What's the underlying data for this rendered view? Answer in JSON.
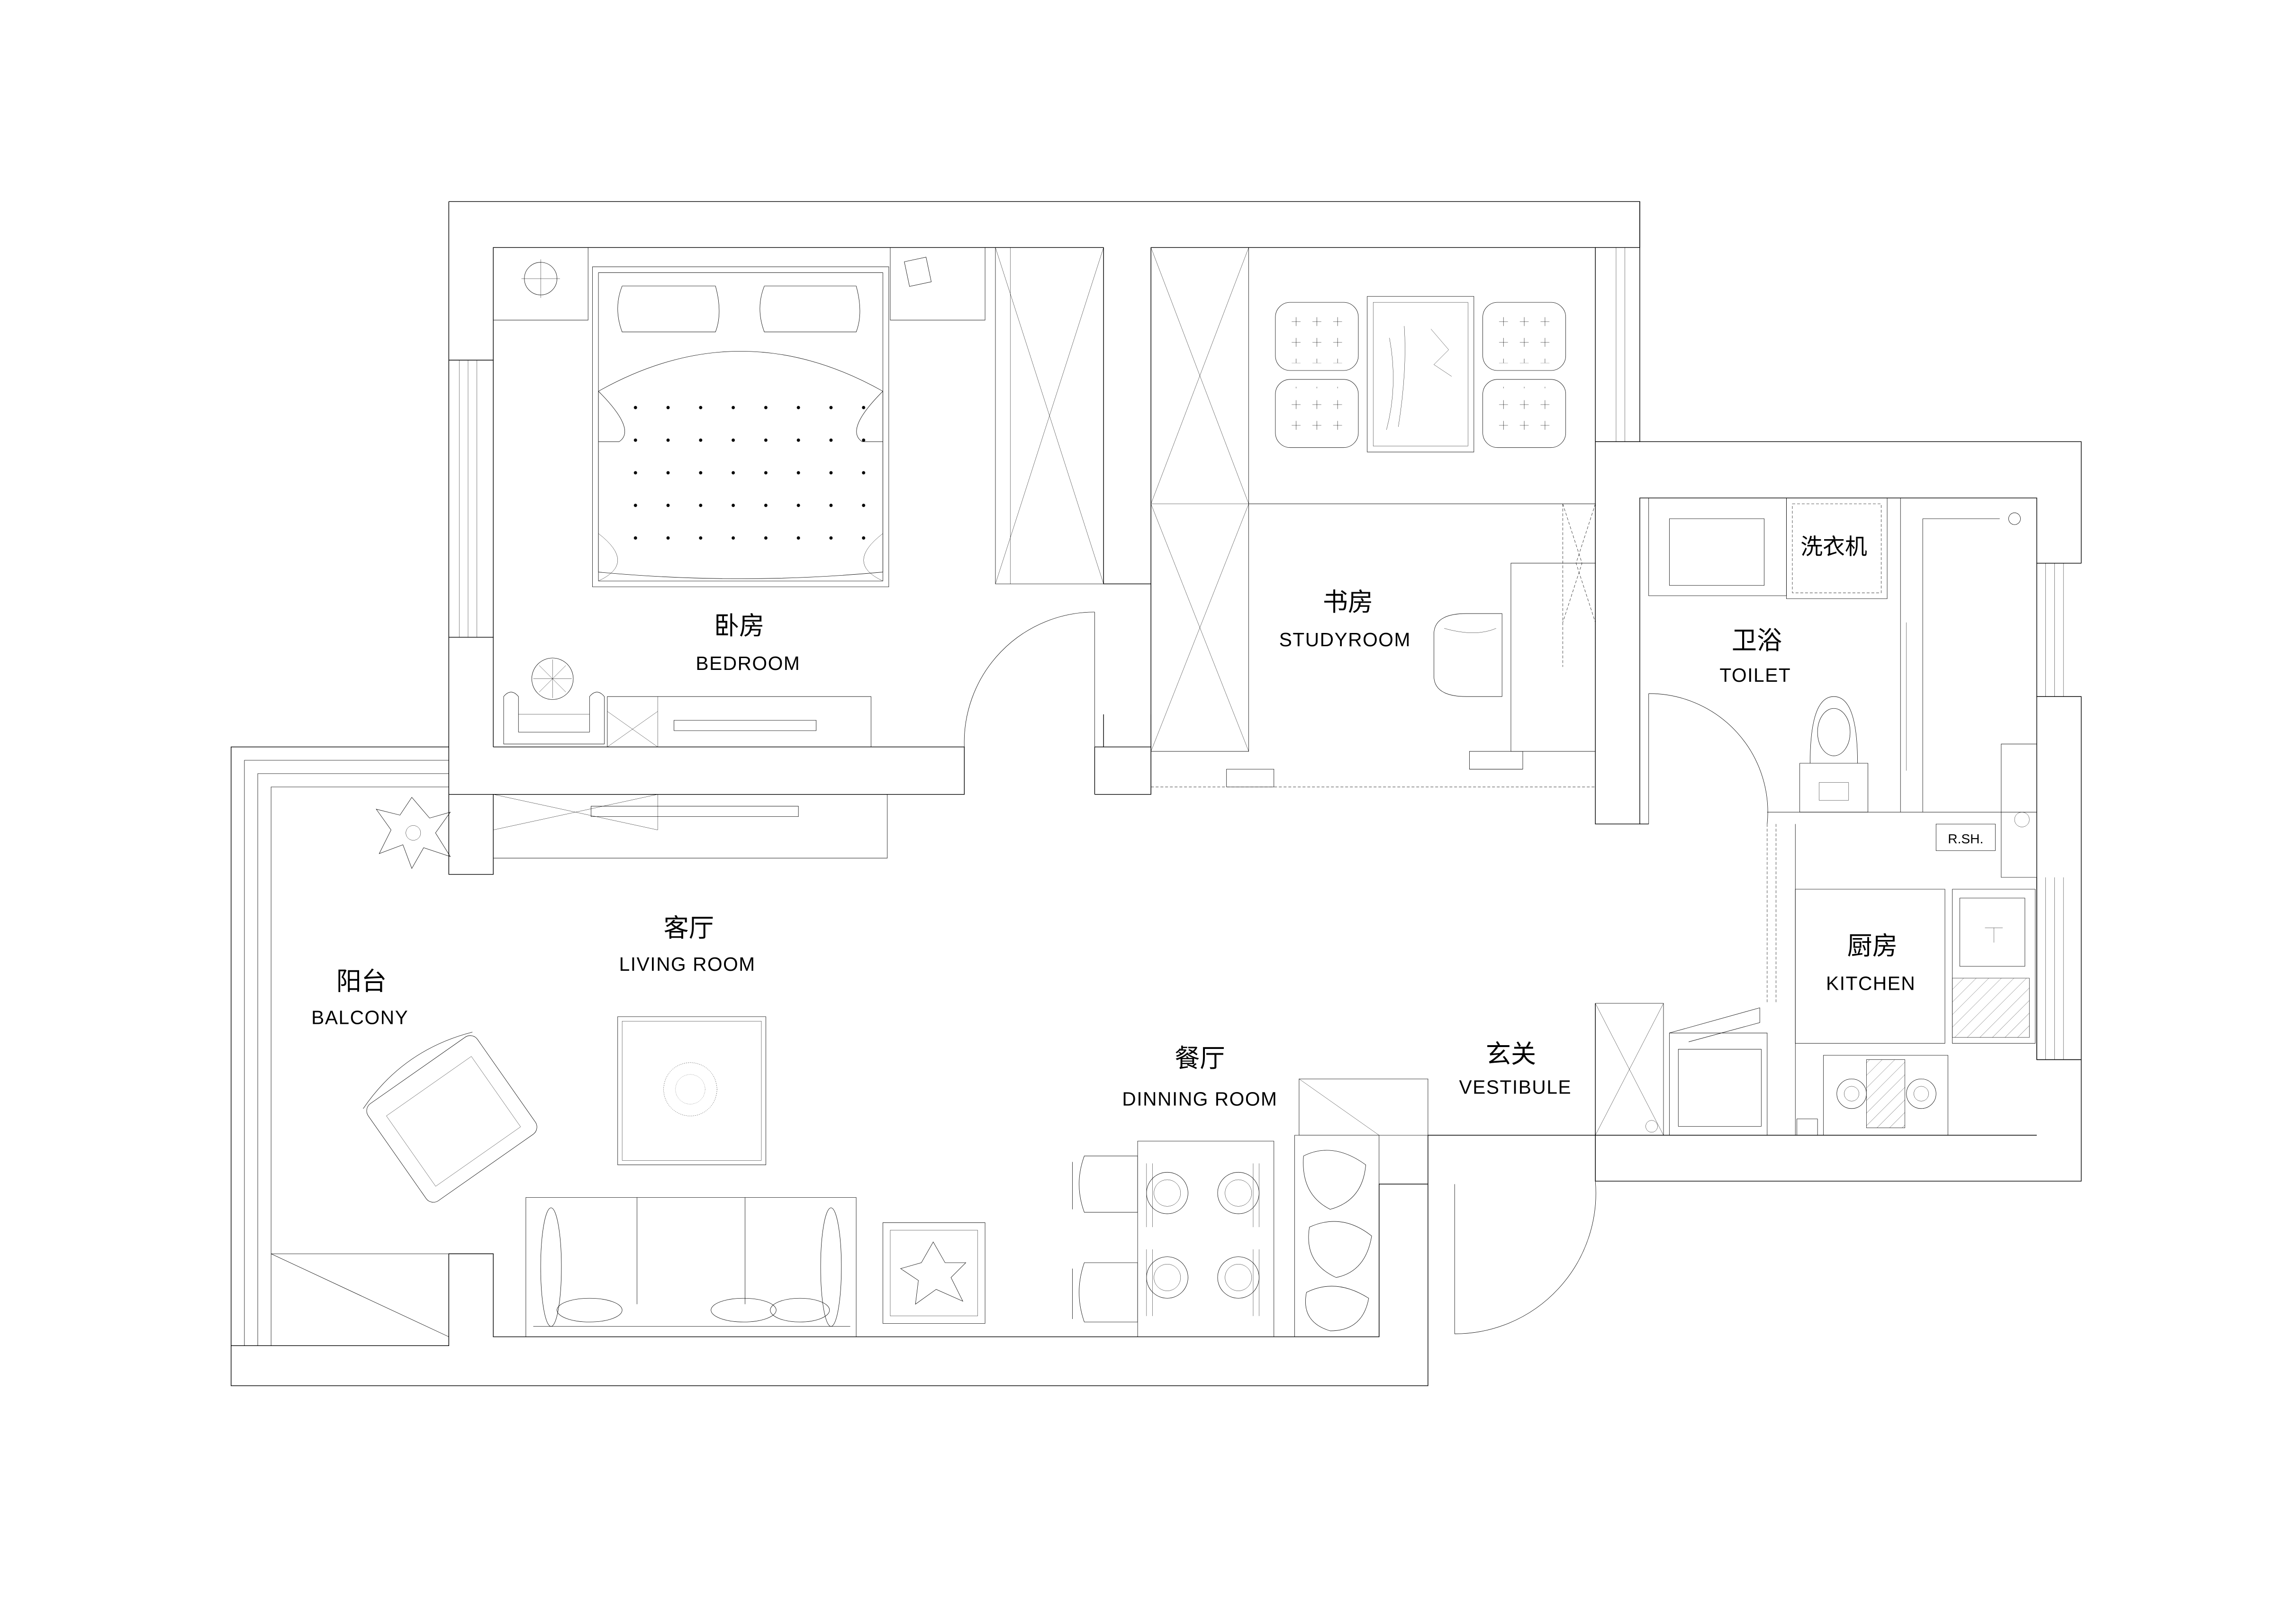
{
  "rooms": {
    "bedroom": {
      "cn": "卧房",
      "en": "BEDROOM"
    },
    "study": {
      "cn": "书房",
      "en": "STUDYROOM"
    },
    "toilet": {
      "cn": "卫浴",
      "en": "TOILET"
    },
    "living": {
      "cn": "客厅",
      "en": "LIVING ROOM"
    },
    "balcony": {
      "cn": "阳台",
      "en": "BALCONY"
    },
    "dining": {
      "cn": "餐厅",
      "en": "DINNING ROOM"
    },
    "vestibule": {
      "cn": "玄关",
      "en": "VESTIBULE"
    },
    "kitchen": {
      "cn": "厨房",
      "en": "KITCHEN"
    }
  },
  "fixtures": {
    "washer_label": "洗衣机",
    "shaft_label": "R.SH."
  },
  "icons": {
    "bed": "double-bed-icon",
    "sofa": "sofa-icon",
    "plant": "potted-plant-icon",
    "toilet": "toilet-icon",
    "stove": "gas-stove-icon",
    "dining_table": "dining-table-icon"
  }
}
